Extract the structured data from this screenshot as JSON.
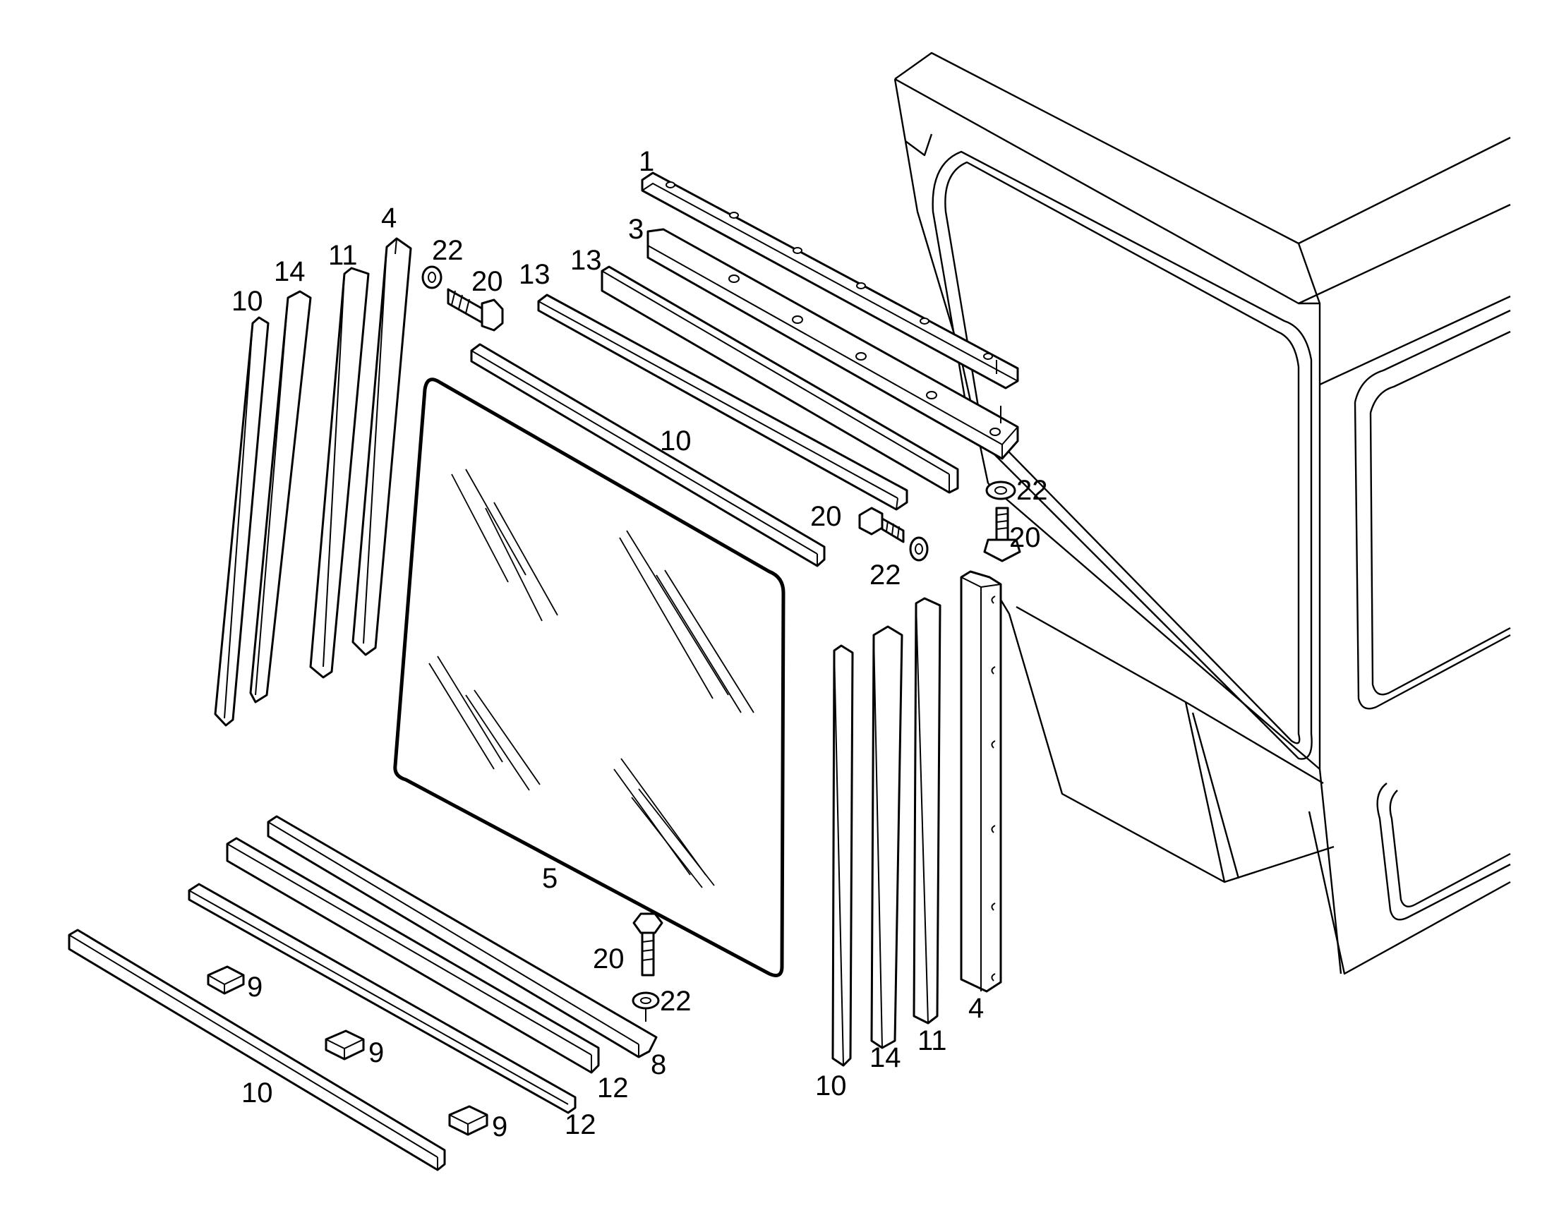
{
  "diagram": {
    "callouts": {
      "c1": "1",
      "c3": "3",
      "c4_top": "4",
      "c4_bottom": "4",
      "c5": "5",
      "c8": "8",
      "c9_a": "9",
      "c9_b": "9",
      "c9_c": "9",
      "c10_left": "10",
      "c10_mid": "10",
      "c10_right": "10",
      "c10_bottom": "10",
      "c11_left": "11",
      "c11_right": "11",
      "c12_a": "12",
      "c12_b": "12",
      "c13_a": "13",
      "c13_b": "13",
      "c14_left": "14",
      "c14_right": "14",
      "c20_a": "20",
      "c20_b": "20",
      "c20_c": "20",
      "c20_d": "20",
      "c22_a": "22",
      "c22_b": "22",
      "c22_c": "22",
      "c22_d": "22"
    }
  }
}
